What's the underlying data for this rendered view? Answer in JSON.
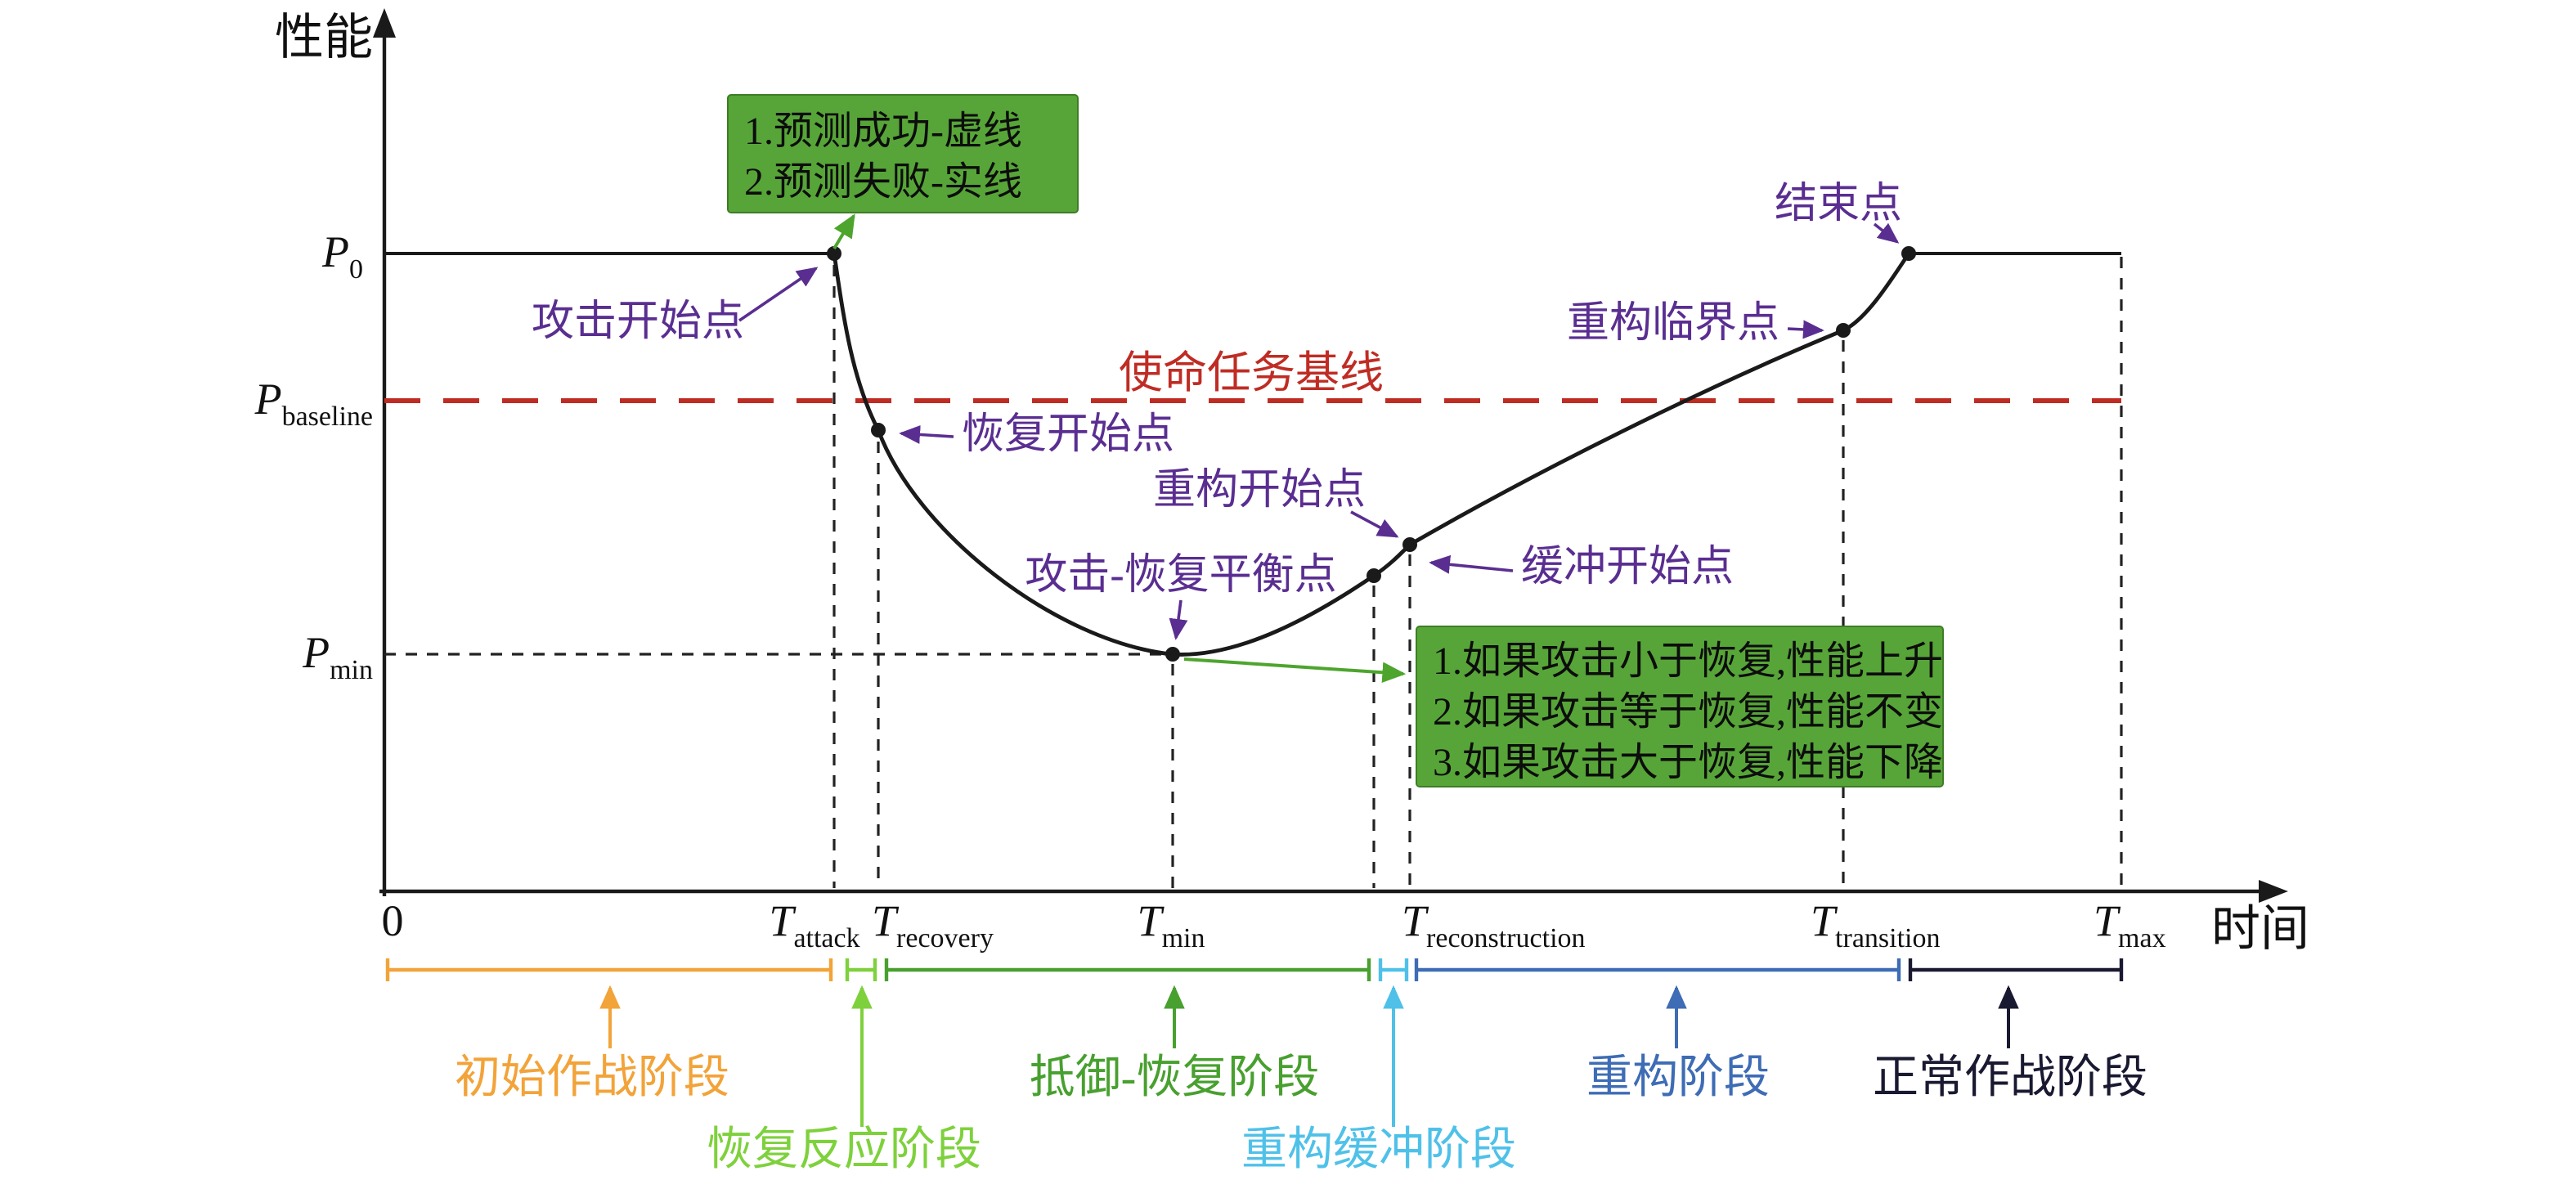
{
  "axis": {
    "y_label": "性能",
    "x_label": "时间"
  },
  "y_ticks": [
    {
      "base": "P",
      "sub": "0"
    },
    {
      "base": "P",
      "sub": "baseline"
    },
    {
      "base": "P",
      "sub": "min"
    }
  ],
  "x_ticks": [
    {
      "base": "0",
      "sub": ""
    },
    {
      "base": "T",
      "sub": "attack"
    },
    {
      "base": "T",
      "sub": "recovery"
    },
    {
      "base": "T",
      "sub": "min"
    },
    {
      "base": "T",
      "sub": "reconstruction"
    },
    {
      "base": "T",
      "sub": "transition"
    },
    {
      "base": "T",
      "sub": "max"
    }
  ],
  "baseline": {
    "label": "使命任务基线",
    "color": "#bf2c24"
  },
  "points": {
    "attack_start": "攻击开始点",
    "recovery_start": "恢复开始点",
    "equilibrium": "攻击-恢复平衡点",
    "reconstruction_start": "重构开始点",
    "buffer_start": "缓冲开始点",
    "reconstruction_critical": "重构临界点",
    "end_point": "结束点"
  },
  "callouts": {
    "prediction": {
      "bg": "#57a538",
      "lines": [
        "1.预测成功-虚线",
        "2.预测失败-实线"
      ]
    },
    "balance": {
      "bg": "#57a538",
      "lines": [
        "1.如果攻击小于恢复,性能上升",
        "2.如果攻击等于恢复,性能不变",
        "3.如果攻击大于恢复,性能下降"
      ]
    }
  },
  "phases": [
    {
      "label": "初始作战阶段",
      "color": "#f2a339",
      "from": "0",
      "to": "T_attack"
    },
    {
      "label": "恢复反应阶段",
      "color": "#7ed13c",
      "from": "T_attack",
      "to": "T_recovery"
    },
    {
      "label": "抵御-恢复阶段",
      "color": "#48a02f",
      "from": "T_recovery",
      "to": "缓冲开始点"
    },
    {
      "label": "重构缓冲阶段",
      "color": "#4fc1e9",
      "from": "缓冲开始点",
      "to": "T_reconstruction"
    },
    {
      "label": "重构阶段",
      "color": "#3e6cb5",
      "from": "T_reconstruction",
      "to": "T_transition"
    },
    {
      "label": "正常作战阶段",
      "color": "#191931",
      "from": "T_transition",
      "to": "T_max"
    }
  ],
  "palette": {
    "purple": "#5a2e91",
    "curve": "#1a1a1a",
    "green_arrow": "#4ea52e",
    "callout_bg": "#57a538",
    "baseline_red": "#bf2c24"
  },
  "chart_data": {
    "type": "line",
    "xlabel": "时间",
    "ylabel": "性能",
    "x_tick_labels": [
      "0",
      "T_attack",
      "T_recovery",
      "T_min",
      "T_reconstruction",
      "T_transition",
      "T_max"
    ],
    "y_tick_labels": [
      "P_0",
      "P_baseline",
      "P_min"
    ],
    "y_levels_normalized": {
      "P_0": 1.0,
      "P_baseline": 0.77,
      "P_min": 0.37
    },
    "series": [
      {
        "name": "performance-curve",
        "style": "solid",
        "color": "#1a1a1a",
        "key_points": [
          {
            "x": 0.0,
            "y": 1.0
          },
          {
            "x": 0.26,
            "y": 1.0,
            "label": "攻击开始点",
            "x_tick": "T_attack"
          },
          {
            "x": 0.28,
            "y": 0.72,
            "label": "恢复开始点",
            "x_tick": "T_recovery"
          },
          {
            "x": 0.45,
            "y": 0.37,
            "label": "攻击-恢复平衡点",
            "x_tick": "T_min",
            "y_tick": "P_min"
          },
          {
            "x": 0.57,
            "y": 0.5,
            "label": "缓冲开始点"
          },
          {
            "x": 0.59,
            "y": 0.54,
            "label": "重构开始点",
            "x_tick": "T_reconstruction"
          },
          {
            "x": 0.84,
            "y": 0.88,
            "label": "重构临界点",
            "x_tick": "T_transition"
          },
          {
            "x": 0.88,
            "y": 1.0,
            "label": "结束点"
          },
          {
            "x": 1.0,
            "y": 1.0,
            "x_tick": "T_max"
          }
        ]
      }
    ],
    "reference_lines": [
      {
        "label": "使命任务基线",
        "y": 0.77,
        "style": "long-dash",
        "color": "#bf2c24",
        "extent": "full width"
      },
      {
        "label": "P_min",
        "y": 0.37,
        "style": "dash",
        "color": "#1a1a1a",
        "extent": "0 to T_min"
      }
    ],
    "annotations": [
      "1.预测成功-虚线 / 2.预测失败-实线 (green box at attack start)",
      "1.如果攻击小于恢复,性能上升 / 2.如果攻击等于恢复,性能不变 / 3.如果攻击大于恢复,性能下降 (green box at equilibrium point)"
    ],
    "legend_position": "none",
    "grid": false
  }
}
